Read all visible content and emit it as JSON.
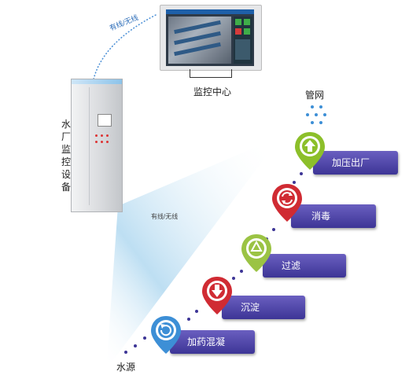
{
  "labels": {
    "monitor_center": "监控中心",
    "pipe_network": "管网",
    "water_plant_device": "水厂监控设备",
    "wired_wireless_top": "有线/无线",
    "wired_wireless_mid": "有线/无线",
    "water_source": "水源"
  },
  "stages": [
    {
      "label": "加压出厂",
      "icon": "up-arrow-icon",
      "color": "#8cbf2a"
    },
    {
      "label": "消毒",
      "icon": "refresh-icon",
      "color": "#d02b33"
    },
    {
      "label": "过滤",
      "icon": "recycle-icon",
      "color": "#9bc344"
    },
    {
      "label": "沉淀",
      "icon": "down-arrow-icon",
      "color": "#d02b33"
    },
    {
      "label": "加药混凝",
      "icon": "rotate-icon",
      "color": "#3d8fd6"
    }
  ],
  "colors": {
    "bar_gradient_top": "#6a5fc0",
    "bar_gradient_bottom": "#3d3596",
    "dot_color": "#3d3596",
    "beam_color": "#bfe0f3"
  }
}
